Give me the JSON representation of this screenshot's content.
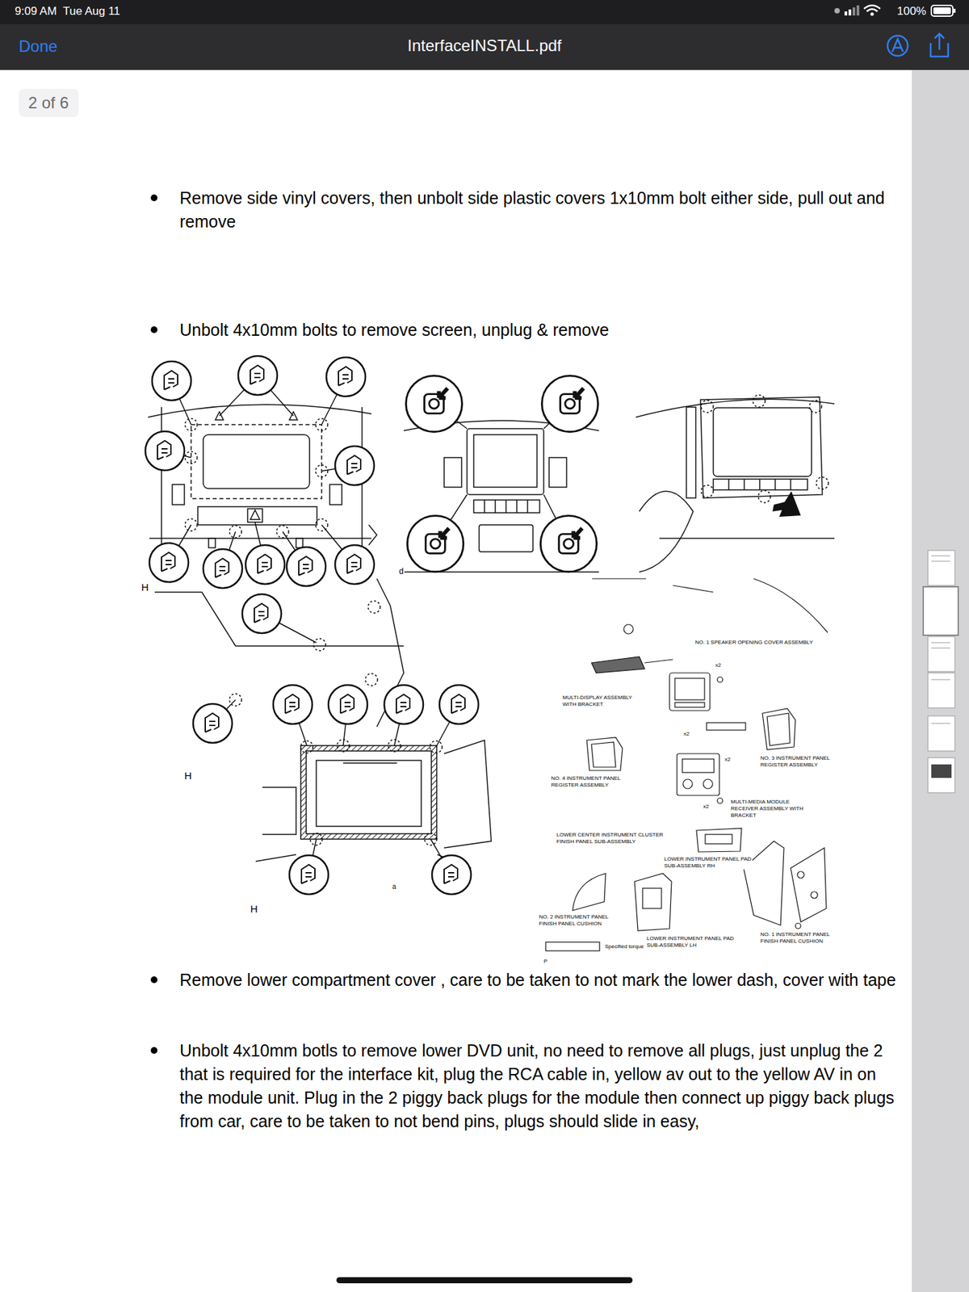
{
  "diagram": {
    "title": "InterfaceINSTALL.pdf",
    "nodes": [
      {
        "text": [
          "2 of 6"
        ]
      }
    ],
    "labels": [
      "9:09 AM  Tue Aug 11",
      "100%",
      "Done",
      "Remove side vinyl covers, then unbolt side plastic covers 1x10mm bolt either side, pull out and remove",
      "Unbolt 4x10mm bolts to remove screen, unplug & remove",
      "Remove lower compartment cover , care to be taken to not mark the lower dash, cover with tape",
      "Unbolt 4x10mm botls to remove lower DVD unit, no need to remove all plugs, just unplug the 2 that is required for the interface kit, plug the RCA cable in, yellow av out to the yellow AV in on the module unit. Plug in the 2 piggy back plugs for the module then connect up piggy back plugs from car, care to be taken to not bend pins, plugs should slide in easy,",
      "H",
      "d",
      "H",
      "H",
      "a",
      "NO. 1 SPEAKER OPENING COVER ASSEMBLY",
      "x2",
      "MULTI-DISPLAY ASSEMBLY WITH BRACKET",
      "x2",
      "NO. 3 INSTRUMENT PANEL REGISTER ASSEMBLY",
      "NO. 4 INSTRUMENT PANEL REGISTER ASSEMBLY",
      "x2",
      "MULTI-MEDIA MODULE RECEIVER ASSEMBLY WITH BRACKET",
      "x2",
      "LOWER CENTER INSTRUMENT CLUSTER FINISH PANEL SUB-ASSEMBLY",
      "LOWER INSTRUMENT PANEL PAD SUB-ASSEMBLY RH",
      "NO. 2 INSTRUMENT PANEL FINISH PANEL CUSHION",
      "LOWER INSTRUMENT PANEL PAD SUB-ASSEMBLY LH",
      "NO. 1 INSTRUMENT PANEL FINISH PANEL CUSHION",
      "Specified torque",
      "P"
    ]
  }
}
